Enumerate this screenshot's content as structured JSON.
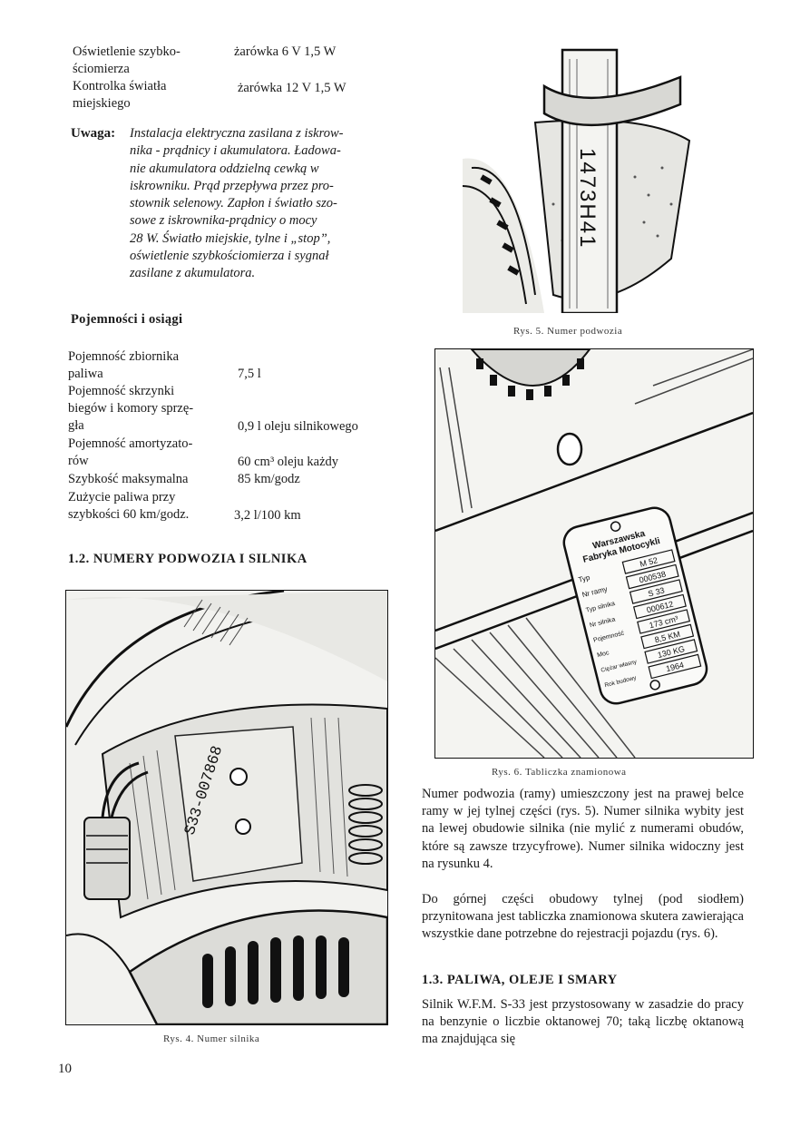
{
  "top_specs": {
    "rows": [
      {
        "label_lines": [
          "Oświetlenie szybko-",
          "ściomierza"
        ],
        "value": "żarówka 6 V 1,5 W"
      },
      {
        "label_lines": [
          "Kontrolka światła",
          "miejskiego"
        ],
        "value": "żarówka 12 V 1,5 W"
      }
    ]
  },
  "note": {
    "label": "Uwaga:",
    "lines": [
      "Instalacja elektryczna zasilana z iskrow-",
      "nika - prądnicy i akumulatora. Ładowa-",
      "nie akumulatora oddzielną cewką w",
      "iskrowniku. Prąd przepływa przez pro-",
      "stownik selenowy. Zapłon i światło szo-",
      "sowe z iskrownika-prądnicy o mocy",
      "28 W. Światło miejskie, tylne i „stop”,",
      "oświetlenie szybkościomierza i sygnał",
      "zasilane z akumulatora."
    ]
  },
  "capacities": {
    "heading": "Pojemności i osiągi",
    "rows": [
      {
        "label_lines": [
          "Pojemność zbiornika",
          "paliwa"
        ],
        "value": "7,5 l"
      },
      {
        "label_lines": [
          "Pojemność skrzynki",
          "biegów i komory sprzę-",
          "gła"
        ],
        "value": "0,9 l oleju silnikowego"
      },
      {
        "label_lines": [
          "Pojemność amortyzato-",
          "rów"
        ],
        "value": "60 cm³ oleju każdy"
      },
      {
        "label_lines": [
          "Szybkość maksymalna"
        ],
        "value": "85 km/godz"
      },
      {
        "label_lines": [
          "Zużycie paliwa przy",
          "szybkości 60 km/godz."
        ],
        "value": "3,2 l/100 km"
      }
    ]
  },
  "section_1_2": {
    "heading": "1.2. NUMERY PODWOZIA I SILNIKA"
  },
  "figures": {
    "fig4": {
      "caption": "Rys. 4. Numer silnika",
      "engraving": "S33-007868"
    },
    "fig5": {
      "caption": "Rys. 5. Numer podwozia",
      "stamp": "1473H41"
    },
    "fig6": {
      "caption": "Rys. 6. Tabliczka znamionowa",
      "plate_header": [
        "Warszawska",
        "Fabryka Motocykli"
      ],
      "plate_rows": [
        {
          "label": "Typ",
          "value": "M 52"
        },
        {
          "label": "Nr ramy",
          "value": "000538"
        },
        {
          "label": "Typ silnika",
          "value": "S 33"
        },
        {
          "label": "Nr silnika",
          "value": "000612"
        },
        {
          "label": "Pojemność",
          "value": "173 cm³"
        },
        {
          "label": "Moc",
          "value": "8,5 KM"
        },
        {
          "label": "Ciężar własny",
          "value": "130 KG"
        },
        {
          "label": "Rok budowy",
          "value": "1964"
        }
      ]
    }
  },
  "right_text": {
    "para1": "Numer podwozia (ramy) umieszczony jest na prawej belce ramy w jej tylnej części (rys. 5). Numer silnika wybity jest na lewej obudowie silnika (nie mylić z numerami obudów, które są zawsze trzycyfrowe). Numer silnika widoczny jest na rysunku 4.",
    "para2": "Do górnej części obudowy tylnej (pod siodłem) przynitowana jest tabliczka znamionowa skutera zawierająca wszystkie dane potrzebne do rejestracji pojazdu (rys. 6)."
  },
  "section_1_3": {
    "heading": "1.3. PALIWA, OLEJE I SMARY",
    "para": "Silnik W.F.M. S-33 jest przystosowany w zasadzie do pracy na benzynie o liczbie oktanowej 70; taką liczbę oktanową ma znajdująca się"
  },
  "page_number": "10"
}
